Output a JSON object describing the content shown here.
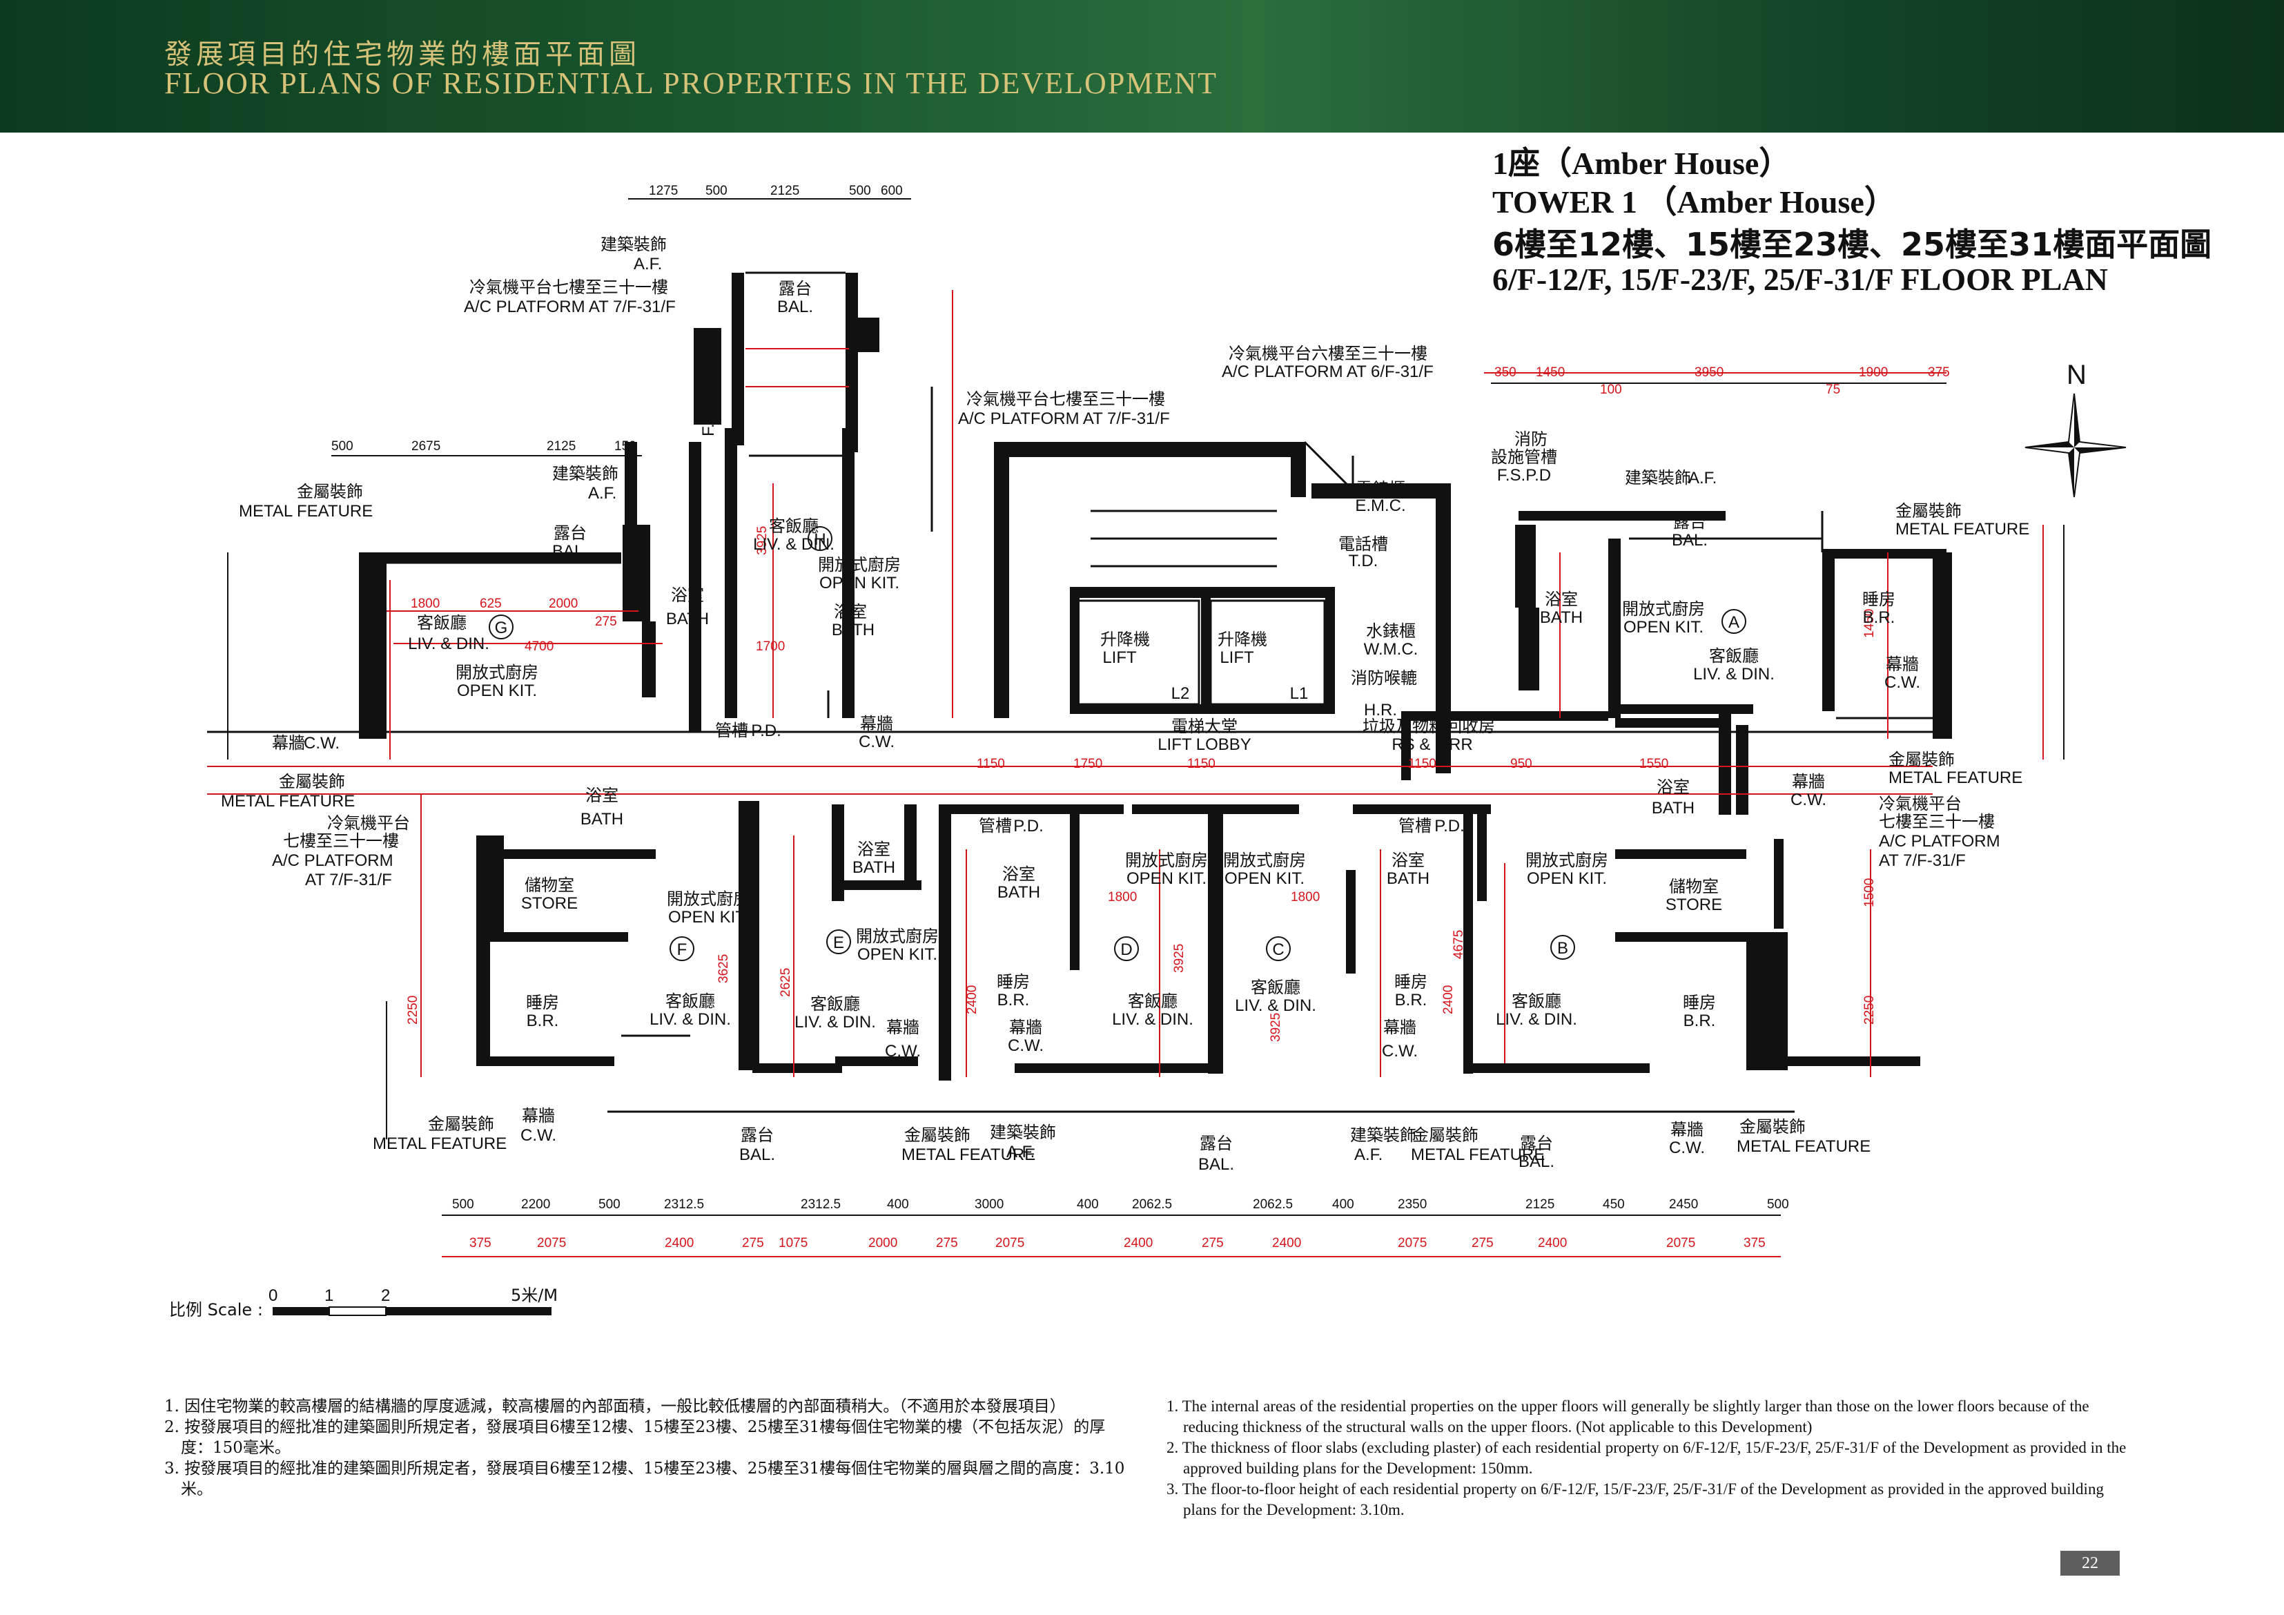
{
  "header": {
    "title_zh": "發展項目的住宅物業的樓面平面圖",
    "title_en": "FLOOR PLANS OF RESIDENTIAL PROPERTIES IN THE DEVELOPMENT"
  },
  "titles": {
    "tower_zh": "1座（Amber House）",
    "tower_en": "TOWER 1 （Amber House）",
    "floors_zh": "6樓至12樓、15樓至23樓、25樓至31樓面平面圖",
    "floors_en": "6/F-12/F, 15/F-23/F, 25/F-31/F FLOOR PLAN"
  },
  "north": "N",
  "units": [
    "A",
    "B",
    "C",
    "D",
    "E",
    "F",
    "G",
    "H"
  ],
  "rooms": {
    "liv_din_zh": "客飯廳",
    "liv_din_en": "LIV. & DIN.",
    "open_kit_zh": "開放式廚房",
    "open_kit_en": "OPEN KIT.",
    "bath_zh": "浴室",
    "bath_en": "BATH",
    "br_zh": "睡房",
    "br_en": "B.R.",
    "store_zh": "儲物室",
    "store_en": "STORE",
    "bal_zh": "露台",
    "bal_en": "BAL.",
    "cw_zh": "幕牆",
    "cw_en": "C.W.",
    "lift_zh": "升降機",
    "lift_en": "LIFT",
    "l1": "L1",
    "l2": "L2",
    "lobby_zh": "電梯大堂",
    "lobby_en": "LIFT LOBBY",
    "af_zh": "建築裝飾",
    "af_en": "A.F.",
    "metal_zh": "金屬裝飾",
    "metal_en": "METAL FEATURE",
    "ac7_zh": "冷氣機平台七樓至三十一樓",
    "ac7_en": "A/C PLATFORM AT 7/F-31/F",
    "ac7_short_zh1": "冷氣機平台",
    "ac7_short_zh2": "七樓至三十一樓",
    "ac7_short_en1": "A/C PLATFORM",
    "ac7_short_en2": "AT 7/F-31/F",
    "ac6_zh": "冷氣機平台六樓至三十一樓",
    "ac6_en": "A/C PLATFORM AT 6/F-31/F",
    "pd_zh": "管槽",
    "pd_en": "P.D.",
    "fa": "F.A.",
    "emc_zh": "電錶櫃",
    "emc_en": "E.M.C.",
    "td_zh": "電話槽",
    "td_en": "T.D.",
    "wmc_zh": "水錶櫃",
    "wmc_en": "W.M.C.",
    "hr_zh": "消防喉轆",
    "hr_en": "H.R.",
    "fspd_zh1": "消防",
    "fspd_zh2": "設施管槽",
    "fspd_en": "F.S.P.D",
    "rs_zh": "垃圾及物料回收房",
    "rs_en": "RS & MRR"
  },
  "dims_top": [
    "1275",
    "500",
    "2125",
    "500",
    "600"
  ],
  "dims_top2": [
    "500",
    "2675",
    "2125",
    "150"
  ],
  "dims_tr": [
    "350",
    "1450",
    "100",
    "3950",
    "75",
    "1900",
    "375"
  ],
  "dims_bottom_black": [
    "500",
    "2200",
    "500",
    "2312.5",
    "2312.5",
    "400",
    "3000",
    "400",
    "2062.5",
    "2062.5",
    "400",
    "2350",
    "2125",
    "450",
    "2450",
    "500"
  ],
  "dims_bottom_red": [
    "375",
    "2075",
    "2400",
    "275",
    "1075",
    "2000",
    "275",
    "2075",
    "2400",
    "275",
    "2400",
    "2075",
    "275",
    "2400",
    "2075",
    "375"
  ],
  "dims_interior_red": [
    "1800",
    "625",
    "2000",
    "275",
    "4700",
    "3925",
    "1700",
    "1150",
    "1750",
    "1150",
    "1150",
    "950",
    "1550",
    "1800",
    "1800",
    "3625",
    "2625",
    "2400",
    "3925",
    "3925",
    "2400",
    "4675",
    "2250",
    "2250",
    "1500",
    "1450"
  ],
  "scale": {
    "label": "比例 Scale :",
    "ticks": [
      "0",
      "1",
      "2",
      "5米/M"
    ]
  },
  "notes_zh": [
    "1. 因住宅物業的較高樓層的結構牆的厚度遞減，較高樓層的內部面積，一般比較低樓層的內部面積稍大。（不適用於本發展項目）",
    "2. 按發展項目的經批准的建築圖則所規定者，發展項目6樓至12樓、15樓至23樓、25樓至31樓每個住宅物業的樓（不包括灰泥）的厚度：150毫米。",
    "3. 按發展項目的經批准的建築圖則所規定者，發展項目6樓至12樓、15樓至23樓、25樓至31樓每個住宅物業的層與層之間的高度：3.10米。"
  ],
  "notes_en": [
    "1. The internal areas of the residential properties on the upper floors will generally be slightly larger than those on the lower floors because of the reducing thickness of the structural walls on the upper floors. (Not applicable to this Development)",
    "2. The thickness of floor slabs (excluding plaster) of each residential property on 6/F-12/F, 15/F-23/F, 25/F-31/F of the Development as provided in the approved building plans for the Development: 150mm.",
    "3. The floor-to-floor height of each residential property on 6/F-12/F, 15/F-23/F, 25/F-31/F  of the Development as provided in the approved building plans for the Development: 3.10m."
  ],
  "page_number": "22",
  "colors": {
    "header_green": "#1b5a30",
    "header_gold": "#d7c27a",
    "dimension_red": "#d6141b",
    "wall_black": "#111111"
  }
}
